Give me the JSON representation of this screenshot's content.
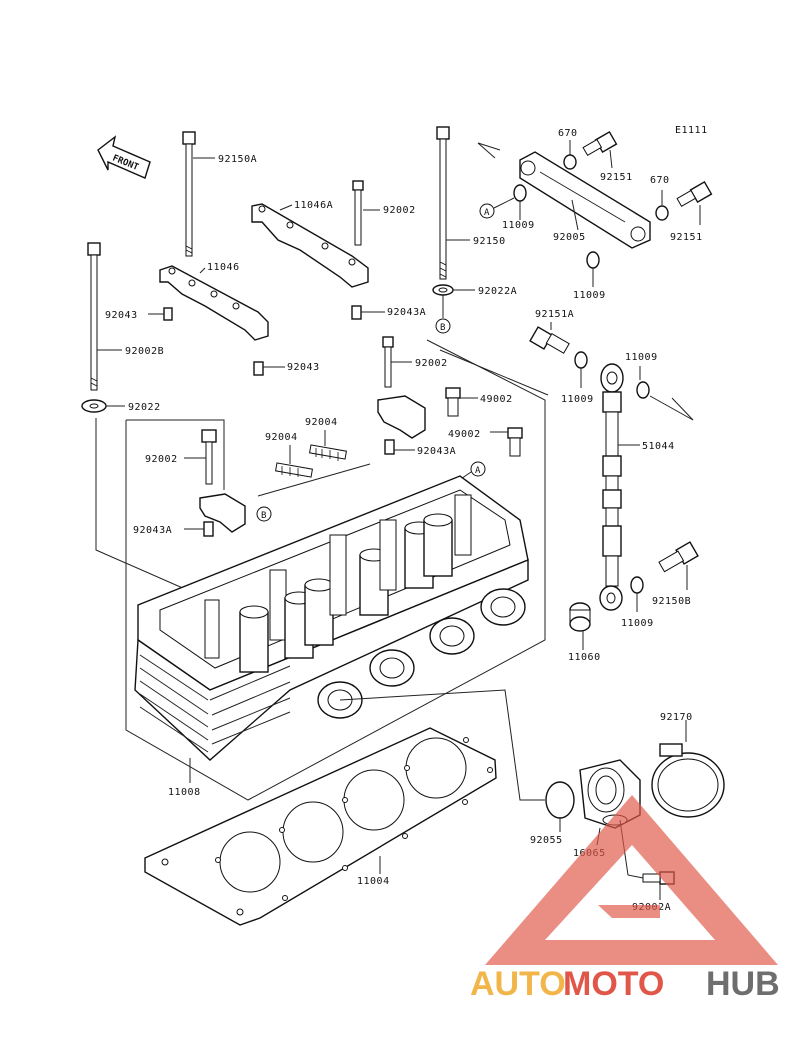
{
  "diagram_code": "E1111",
  "front_arrow_text": "FRONT",
  "callouts": {
    "A": "A",
    "B": "B"
  },
  "labels": {
    "l92150A": "92150A",
    "l11046A": "11046A",
    "l92002_top": "92002",
    "l11046": "11046",
    "l92043_left": "92043",
    "l92043A_top": "92043A",
    "l92002B": "92002B",
    "l92043_mid": "92043",
    "l92022": "92022",
    "l92150": "92150",
    "l92022A": "92022A",
    "l670_a": "670",
    "l670_b": "670",
    "l92151_a": "92151",
    "l92151_b": "92151",
    "l11009_a": "11009",
    "l92005": "92005",
    "l11009_b": "11009",
    "l92151A": "92151A",
    "l11009_c": "11009",
    "l11009_d": "11009",
    "l92002_mid": "92002",
    "l49002_a": "49002",
    "l49002_b": "49002",
    "l92004_a": "92004",
    "l92004_b": "92004",
    "l92043A_mid": "92043A",
    "l51044": "51044",
    "l92002_left": "92002",
    "l92043A_left": "92043A",
    "l92150B": "92150B",
    "l11009_e": "11009",
    "l11060": "11060",
    "l11008": "11008",
    "l92170": "92170",
    "l92055": "92055",
    "l16065": "16065",
    "l11004": "11004",
    "l92002A": "92002A"
  },
  "watermark": {
    "part1": "AUTO",
    "part2": "MOTO",
    "part3": "HUB"
  },
  "colors": {
    "line": "#111111",
    "watermark_red": "#e0574a",
    "watermark_orange": "#f2b54a",
    "watermark_gray": "#6e6e6e"
  }
}
